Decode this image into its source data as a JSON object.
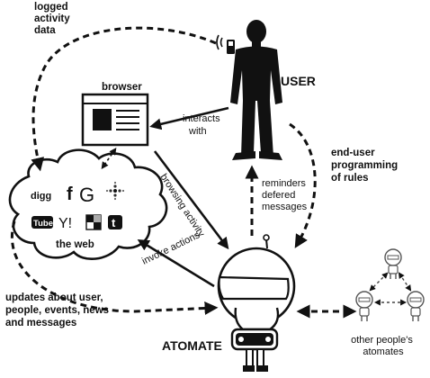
{
  "labels": {
    "logged_activity_line1": "logged",
    "logged_activity_line2": "activity",
    "logged_activity_line3": "data",
    "browser": "browser",
    "user": "USER",
    "interacts_line1": "interacts",
    "interacts_line2": "with",
    "end_user_line1": "end-user",
    "end_user_line2": "programming",
    "end_user_line3": "of rules",
    "browsing_activity": "browsing activity",
    "reminders_line1": "reminders",
    "reminders_line2": "defered",
    "reminders_line3": "messages",
    "the_web": "the web",
    "invoke_actions": "invoke actions",
    "updates_line1": "updates about user,",
    "updates_line2": "people, events, news",
    "updates_line3": "and messages",
    "atomate": "ATOMATE",
    "other_line1": "other people's",
    "other_line2": "atomates"
  },
  "web_logos": {
    "digg": "digg",
    "facebook": "f",
    "google": "G",
    "youtube": "Tube",
    "yahoo": "Y!",
    "twitter": "t"
  }
}
